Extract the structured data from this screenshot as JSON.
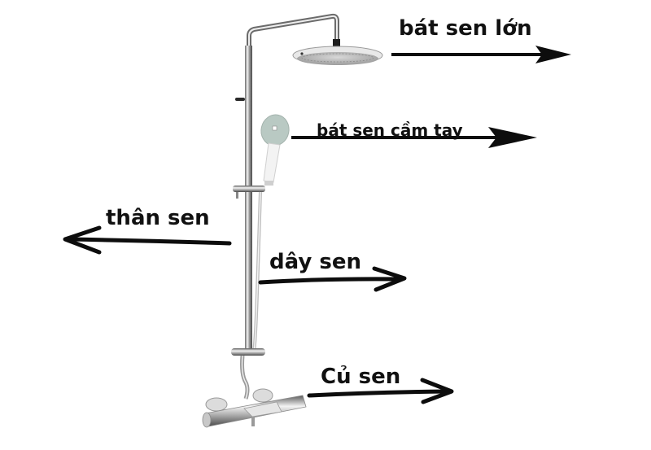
{
  "diagram": {
    "subject": "shower set",
    "colors": {
      "background": "#ffffff",
      "label_text": "#111111",
      "arrow": "#0d0d0d",
      "chrome_light": "#f2f2f2",
      "chrome_mid": "#bfbfbf",
      "chrome_dark": "#5a5a5a",
      "handshower_face": "#b9c9c3"
    },
    "labels": [
      {
        "id": "overhead-shower",
        "text": "bát sen lớn",
        "arrow_direction": "right"
      },
      {
        "id": "hand-shower",
        "text": "bát sen cầm tay",
        "arrow_direction": "right"
      },
      {
        "id": "shower-column",
        "text": "thân sen",
        "arrow_direction": "left"
      },
      {
        "id": "shower-hose",
        "text": "dây sen",
        "arrow_direction": "right"
      },
      {
        "id": "mixer-valve",
        "text": "Củ sen",
        "arrow_direction": "right"
      }
    ]
  }
}
